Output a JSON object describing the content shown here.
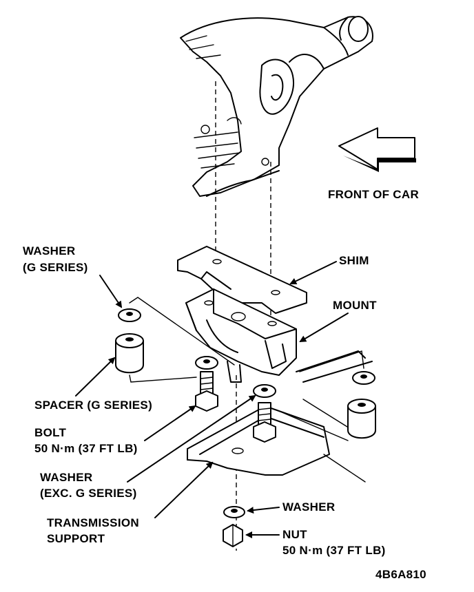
{
  "diagram": {
    "labels": {
      "front_of_car": "FRONT OF CAR",
      "washer_g_line1": "WASHER",
      "washer_g_line2": "(G SERIES)",
      "shim": "SHIM",
      "mount": "MOUNT",
      "spacer_g": "SPACER (G SERIES)",
      "bolt_line1": "BOLT",
      "bolt_line2": "50 N·m (37 FT LB)",
      "washer_exc_line1": "WASHER",
      "washer_exc_line2": "(EXC. G SERIES)",
      "trans_support_line1": "TRANSMISSION",
      "trans_support_line2": "SUPPORT",
      "washer": "WASHER",
      "nut_line1": "NUT",
      "nut_line2": "50 N·m (37 FT LB)",
      "figure_code": "4B6A810"
    }
  }
}
